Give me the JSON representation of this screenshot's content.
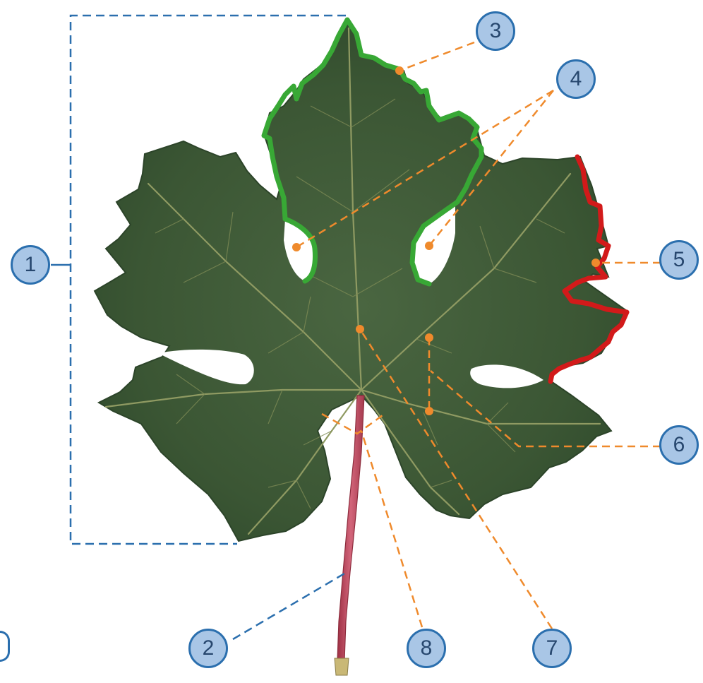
{
  "diagram": {
    "subject": "grape-leaf",
    "callouts": [
      {
        "id": "1",
        "label": "1"
      },
      {
        "id": "2",
        "label": "2"
      },
      {
        "id": "3",
        "label": "3"
      },
      {
        "id": "4",
        "label": "4"
      },
      {
        "id": "5",
        "label": "5"
      },
      {
        "id": "6",
        "label": "6"
      },
      {
        "id": "7",
        "label": "7"
      },
      {
        "id": "8",
        "label": "8"
      }
    ],
    "colors": {
      "leaf": "#3e5a37",
      "leaf_dark": "#2f4a2c",
      "vein": "#8f9a62",
      "petiole": "#c0475a",
      "green_outline": "#38a835",
      "red_outline": "#d21a1a",
      "orange_leader": "#ef8a2c",
      "blue_leader": "#2b6fae",
      "callout_fill": "#a9c6e6",
      "callout_text": "#27476e"
    }
  }
}
